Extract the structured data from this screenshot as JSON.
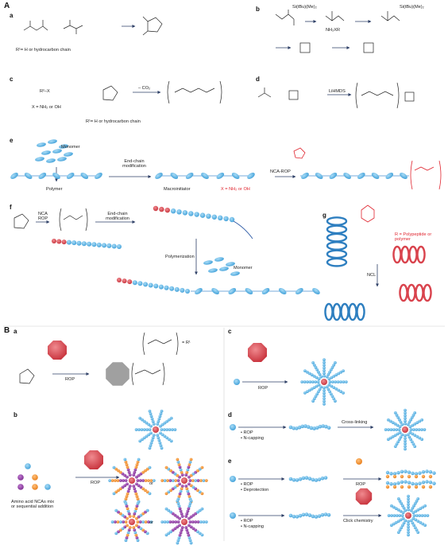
{
  "section_labels": {
    "A": "A",
    "B": "B"
  },
  "panel_labels": {
    "a": "a",
    "b": "b",
    "c": "c",
    "d": "d",
    "e": "e",
    "f": "f",
    "g": "g"
  },
  "panelA_a": {
    "r1_note": "R¹= H or hydrocarbon chain"
  },
  "panelA_b": {
    "reagent": "NH₂XR",
    "silyl": "Si(tBu)(Me)₂"
  },
  "panelA_c": {
    "reactant": "R²–X",
    "x_def": "X = NH₂ or OH",
    "minus_co2": "– CO₂",
    "r1_note": "R¹= H or hydrocarbon chain"
  },
  "panelA_d": {
    "reagent": "LiHMDS"
  },
  "panelA_e": {
    "monomer": "Monomer",
    "polymer": "Polymer",
    "step1": "End-chain modification",
    "macroinitiator": "Macroinitiator",
    "x_def": "X = NH₂ or OH",
    "step2": "NCA-ROP"
  },
  "panelA_f": {
    "nca_rop": "NCA ROP",
    "step1": "End-chain modification",
    "polymerization": "Polymerization",
    "monomer": "Monomer"
  },
  "panelA_g": {
    "r_def": "R = Polypeptide or polymer",
    "ncl": "NCL"
  },
  "panelB_a": {
    "rop": "ROP",
    "r1_def": "= R¹"
  },
  "panelB_b": {
    "mix": "Amino acid NCAs mix or sequential addition",
    "rop": "ROP",
    "or1": "or",
    "or2": "or"
  },
  "panelB_c": {
    "rop": "ROP"
  },
  "panelB_d": {
    "step1": "• ROP",
    "step2": "• N-capping",
    "crosslink": "Cross-linking"
  },
  "panelB_e": {
    "step1": "• ROP",
    "step2": "• Deprotection",
    "rop": "ROP",
    "step3": "• ROP",
    "step4": "• N-capping",
    "click": "Click chemistry"
  },
  "colors": {
    "blue": "#5ab4e5",
    "red": "#d9434d",
    "orange": "#f08c2e",
    "purple": "#8d3b9e",
    "grey": "#9a9a9a",
    "arrow": "#2d3f66"
  }
}
